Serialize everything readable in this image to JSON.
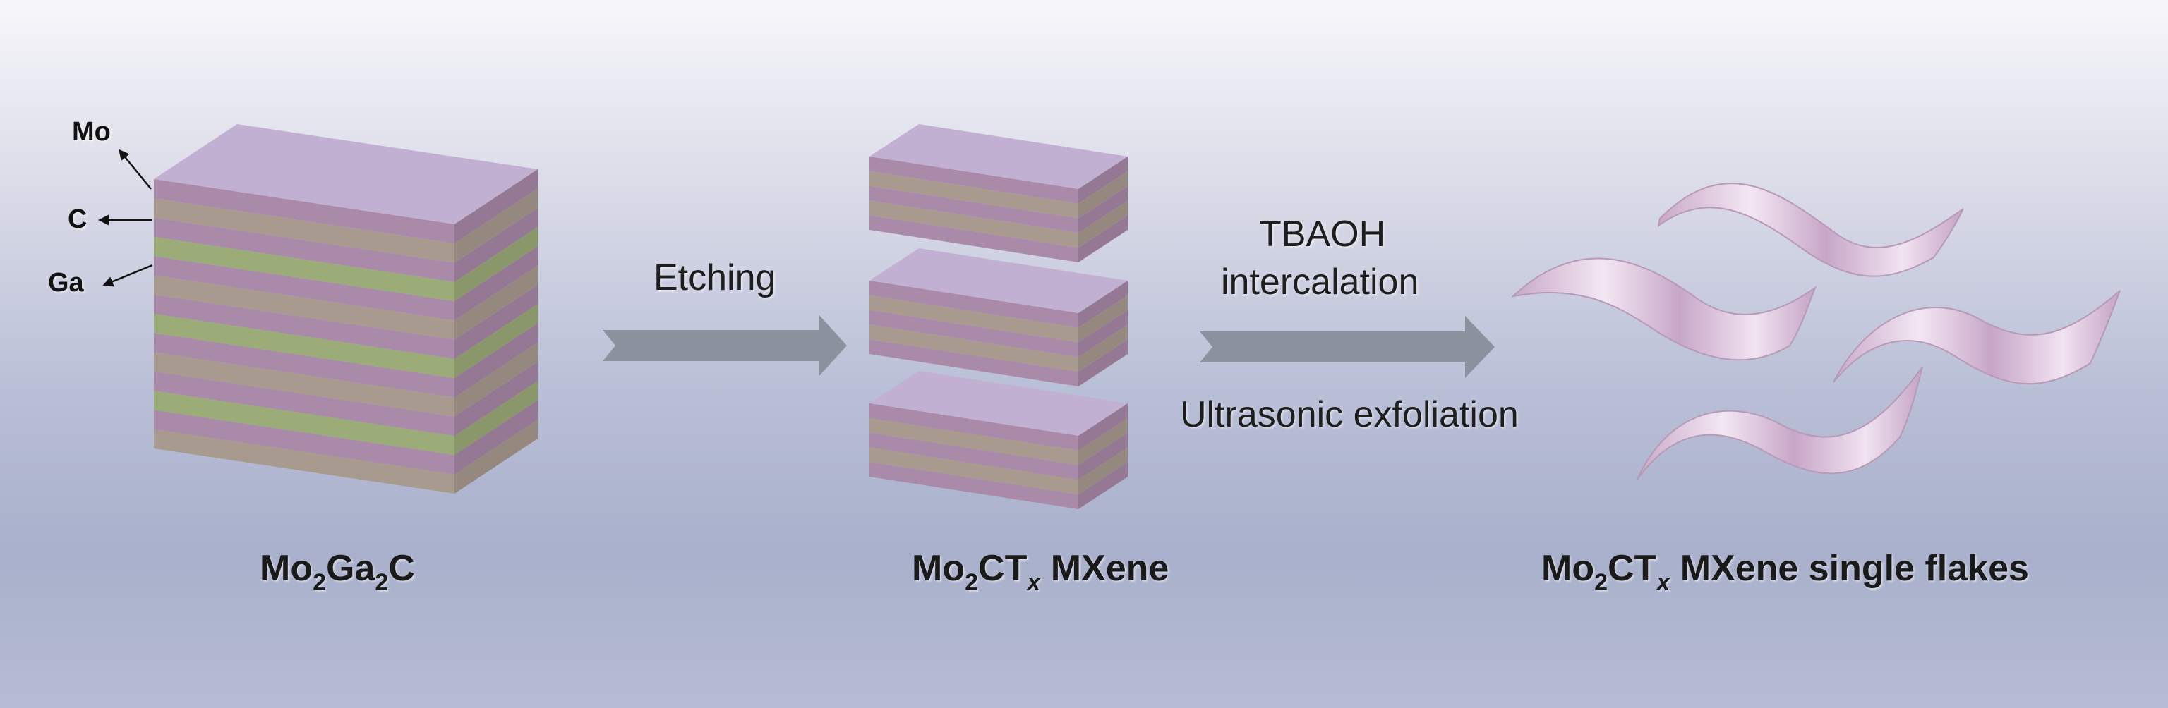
{
  "layer_labels": {
    "mo": "Mo",
    "c": "C",
    "ga": "Ga"
  },
  "steps": {
    "etching": "Etching",
    "intercalation_line1": "TBAOH",
    "intercalation_line2": "intercalation",
    "exfoliation": "Ultrasonic exfoliation"
  },
  "captions": {
    "max_phase": {
      "p1": "Mo",
      "s1": "2",
      "p2": "Ga",
      "s2": "2",
      "p3": "C"
    },
    "mxene": {
      "p1": "Mo",
      "s1": "2",
      "p2": "CT",
      "s2": "x",
      "p3": " MXene"
    },
    "flakes": {
      "p1": "Mo",
      "s1": "2",
      "p2": "CT",
      "s2": "x",
      "p3": " MXene single flakes"
    }
  },
  "colors": {
    "mo_layer": "#a98aa8",
    "c_layer": "#a99a90",
    "ga_layer": "#9cac78",
    "top_face": "#c1aed0",
    "arrow": "#8c939e",
    "flake": "#e3cfe4"
  }
}
